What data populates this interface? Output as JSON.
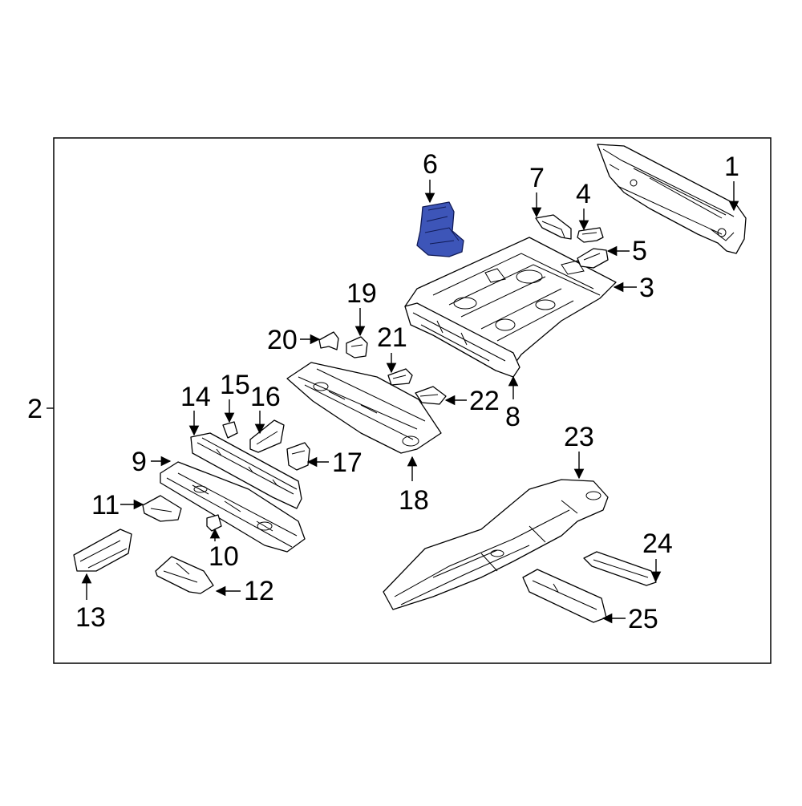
{
  "diagram": {
    "outer_callout": "2",
    "highlight_color": "#3d55b8",
    "callouts": [
      {
        "id": "1",
        "label": "1"
      },
      {
        "id": "3",
        "label": "3"
      },
      {
        "id": "4",
        "label": "4"
      },
      {
        "id": "5",
        "label": "5"
      },
      {
        "id": "6",
        "label": "6",
        "highlighted": true
      },
      {
        "id": "7",
        "label": "7"
      },
      {
        "id": "8",
        "label": "8"
      },
      {
        "id": "9",
        "label": "9"
      },
      {
        "id": "10",
        "label": "10"
      },
      {
        "id": "11",
        "label": "11"
      },
      {
        "id": "12",
        "label": "12"
      },
      {
        "id": "13",
        "label": "13"
      },
      {
        "id": "14",
        "label": "14"
      },
      {
        "id": "15",
        "label": "15"
      },
      {
        "id": "16",
        "label": "16"
      },
      {
        "id": "17",
        "label": "17"
      },
      {
        "id": "18",
        "label": "18"
      },
      {
        "id": "19",
        "label": "19"
      },
      {
        "id": "20",
        "label": "20"
      },
      {
        "id": "21",
        "label": "21"
      },
      {
        "id": "22",
        "label": "22"
      },
      {
        "id": "23",
        "label": "23"
      },
      {
        "id": "24",
        "label": "24"
      },
      {
        "id": "25",
        "label": "25"
      }
    ]
  }
}
